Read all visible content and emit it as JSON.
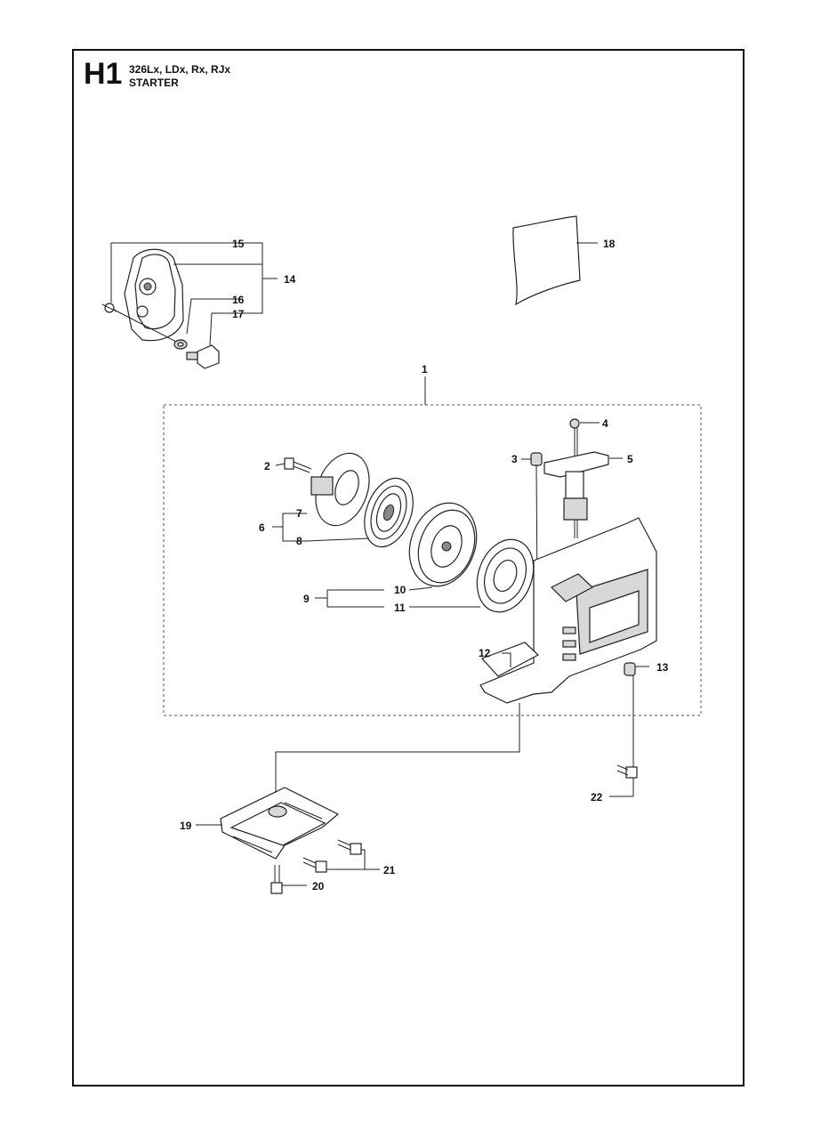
{
  "header": {
    "section_code": "H1",
    "models": "326Lx, LDx, Rx, RJx",
    "title": "STARTER"
  },
  "callouts": {
    "c1": "1",
    "c2": "2",
    "c3": "3",
    "c4": "4",
    "c5": "5",
    "c6": "6",
    "c7": "7",
    "c8": "8",
    "c9": "9",
    "c10": "10",
    "c11": "11",
    "c12": "12",
    "c13": "13",
    "c14": "14",
    "c15": "15",
    "c16": "16",
    "c17": "17",
    "c18": "18",
    "c19": "19",
    "c20": "20",
    "c21": "21",
    "c22": "22"
  }
}
